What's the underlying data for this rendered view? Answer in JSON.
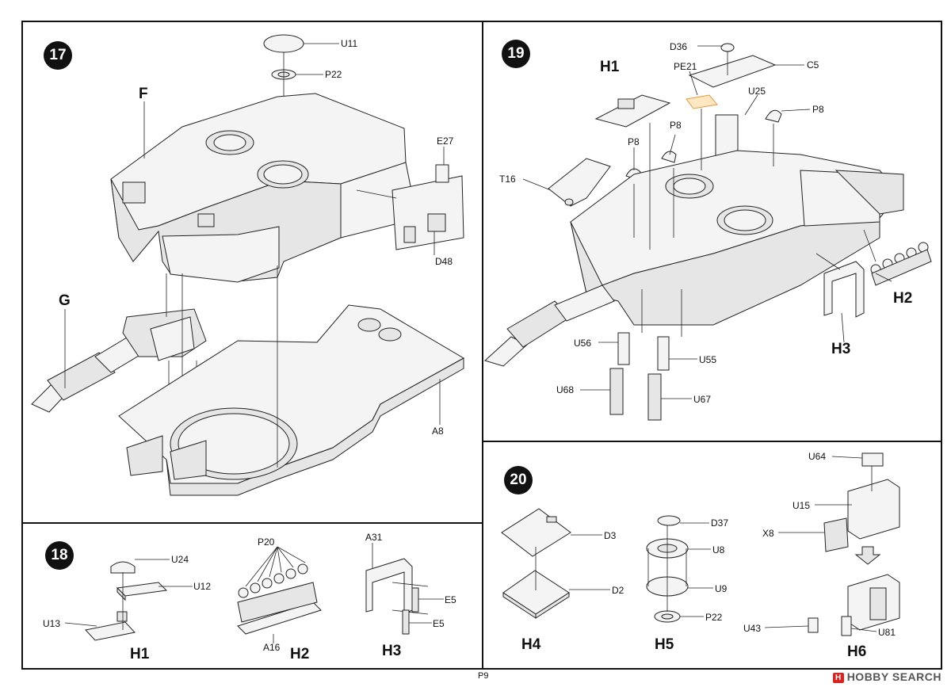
{
  "page_number": "P9",
  "watermark": "HOBBY SEARCH",
  "watermark_logo": "H",
  "steps": [
    {
      "number": "17"
    },
    {
      "number": "18"
    },
    {
      "number": "19"
    },
    {
      "number": "20"
    }
  ],
  "step17": {
    "labels": {
      "u11": "U11",
      "p22": "P22",
      "f": "F",
      "e27": "E27",
      "d48": "D48",
      "g": "G",
      "a8": "A8"
    }
  },
  "step18": {
    "labels": {
      "u24": "U24",
      "u12": "U12",
      "u13": "U13",
      "h1": "H1",
      "p20": "P20",
      "a16": "A16",
      "h2": "H2",
      "a31": "A31",
      "e5a": "E5",
      "e5b": "E5",
      "h3": "H3"
    }
  },
  "step19": {
    "labels": {
      "d36": "D36",
      "c5": "C5",
      "pe21": "PE21",
      "h1": "H1",
      "u25": "U25",
      "p8a": "P8",
      "p8b": "P8",
      "p8c": "P8",
      "t16": "T16",
      "h2": "H2",
      "h3": "H3",
      "u56": "U56",
      "u55": "U55",
      "u68": "U68",
      "u67": "U67"
    },
    "highlight_color": "#ffe7c4"
  },
  "step20": {
    "labels": {
      "d3": "D3",
      "d2": "D2",
      "h4": "H4",
      "d37": "D37",
      "u8": "U8",
      "u9": "U9",
      "p22": "P22",
      "h5": "H5",
      "u64": "U64",
      "u15": "U15",
      "x8": "X8",
      "u43": "U43",
      "u81": "U81",
      "h6": "H6"
    }
  }
}
